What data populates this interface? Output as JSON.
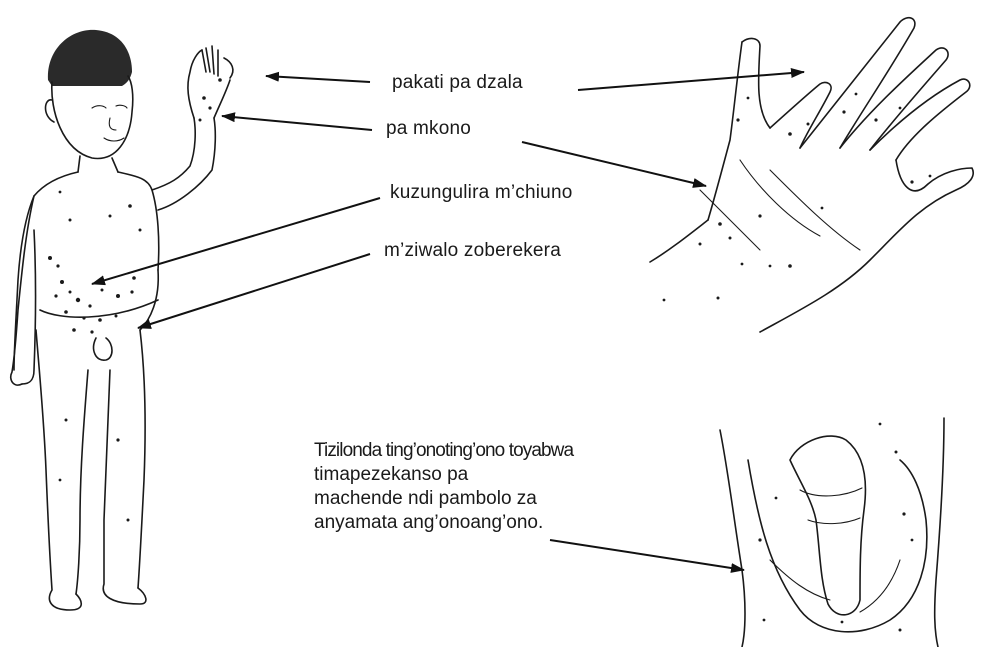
{
  "labels": {
    "between_fingers": "pakati pa dzala",
    "wrist": "pa mkono",
    "waist": "kuzungulira m’chiuno",
    "genitals": "m’ziwalo zoberekera"
  },
  "note": {
    "line1": "Tizilonda ting’onoting’ono toyabwa",
    "line2": "timapezekanso pa",
    "line3": "machende ndi pambolo za",
    "line4": "anyamata ang’onoang’ono."
  },
  "colors": {
    "ink": "#1a1a1a",
    "background": "#ffffff"
  }
}
